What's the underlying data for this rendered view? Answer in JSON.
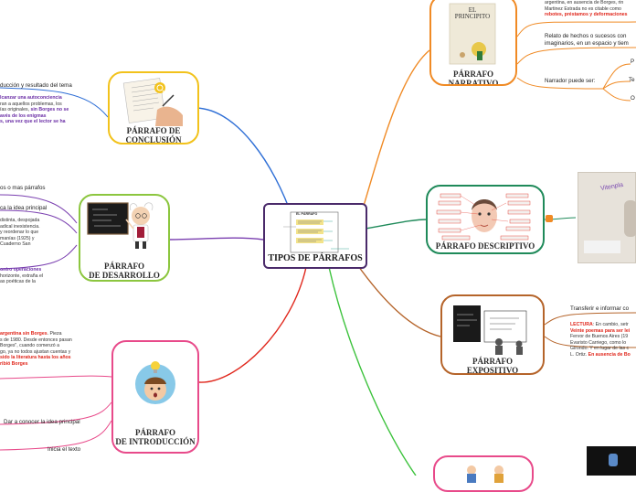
{
  "center": {
    "title": "TIPOS DE PÁRRAFOS",
    "thumb_title": "EL PÁRRAFO"
  },
  "nodes": {
    "conclusion": {
      "caption": "PÁRRAFO DE\nCONCLUSIÓN",
      "color": "#f2c21b"
    },
    "desarrollo": {
      "caption": "PÁRRAFO\nDE DESARROLLO",
      "color": "#8cc63f"
    },
    "introduccion": {
      "caption": "PÁRRAFO\nDE INTRODUCCIÓN",
      "color": "#e84a8a"
    },
    "narrativo": {
      "caption": "PÁRRAFO\nNARRATIVO",
      "color": "#f08a24",
      "book_title": "EL\nPRINCIPITO"
    },
    "descriptivo": {
      "caption": "PÁRRAFO DESCRIPTIVO",
      "color": "#1f8a5a"
    },
    "expositivo": {
      "caption": "PÁRRAFO\nEXPOSITIVO",
      "color": "#b5642a"
    }
  },
  "left": {
    "conclusion_head": "ducción y resultado del tema",
    "conclusion_text": [
      {
        "t": "lcanzar una autoconciencia",
        "c": "purple"
      },
      {
        "t": "ran a aquellos problemas, los",
        "c": ""
      },
      {
        "t": "ías originales, ",
        "c": "",
        "t2": "sin Borges no se",
        "c2": "purple"
      },
      {
        "t": "avés de los enigmas",
        "c": "purple"
      },
      {
        "t": "s, una vez que el lector se ha",
        "c": "purple"
      }
    ],
    "desarrollo_head": "os o mas párrafos",
    "desarrollo_sub": "ca la idea principal",
    "desarrollo_text": [
      "distinta, despojada",
      "adical inexistencia.",
      "y reordenar lo que",
      "manías (1925) y",
      "Cuaderno San"
    ],
    "desarrollo_text2": [
      {
        "t": "ontro operaciones",
        "c": "purple"
      },
      {
        "t": "horizonte, extraña el",
        "c": ""
      },
      {
        "t": "as poéticas de la",
        "c": ""
      }
    ],
    "intro_text": [
      {
        "t": "argentina sin Borges",
        "c": "red",
        "t2": ". Pieza",
        "c2": ""
      },
      {
        "t": "s de 1980. Desde entonces pasan",
        "c": ""
      },
      {
        "t": "Borges\", cuando comenzó a",
        "c": ""
      },
      {
        "t": "go, ya no todos ajustan cuentas y",
        "c": ""
      },
      {
        "t": "sido la literatura hasta los años",
        "c": "red"
      },
      {
        "t": "ribió Borges",
        "c": "red"
      }
    ],
    "intro_label1": "Dar a conocer la idea principal",
    "intro_label2": "Inicia el texto"
  },
  "right": {
    "narrativo_text": [
      {
        "t": "argentina, en ausencia de Borges, rin",
        "c": ""
      },
      {
        "t": "Martinez Estrada no es citable como",
        "c": ""
      },
      {
        "t": "rebotes, préstamos y deformaciones",
        "c": "red"
      }
    ],
    "narrativo_relato": [
      "Relato de hechos o sucesos con",
      "imaginarios, en un espacio y tiem"
    ],
    "narrador_label": "Narrador puede ser:",
    "narrador_options": [
      "P",
      "Te",
      "O"
    ],
    "expositivo_head": "Transferir e informar co",
    "expositivo_text": [
      {
        "t": "LECTURA",
        "c": "red",
        "t2": ": En cambio, setr",
        "c2": ""
      },
      {
        "t": "Veinte poemas para ser lei",
        "c": "red"
      },
      {
        "t": "Fervor de Buenos Aires (19",
        "c": ""
      },
      {
        "t": "Evaristo Carriego, como lo",
        "c": ""
      },
      {
        "t": "Girondo. Y en lugar de las c",
        "c": ""
      },
      {
        "t": "L. Ortiz. ",
        "c": "",
        "t2": "En ausencia de Bo",
        "c2": "red"
      }
    ],
    "photo_word": "Vitenpla"
  }
}
